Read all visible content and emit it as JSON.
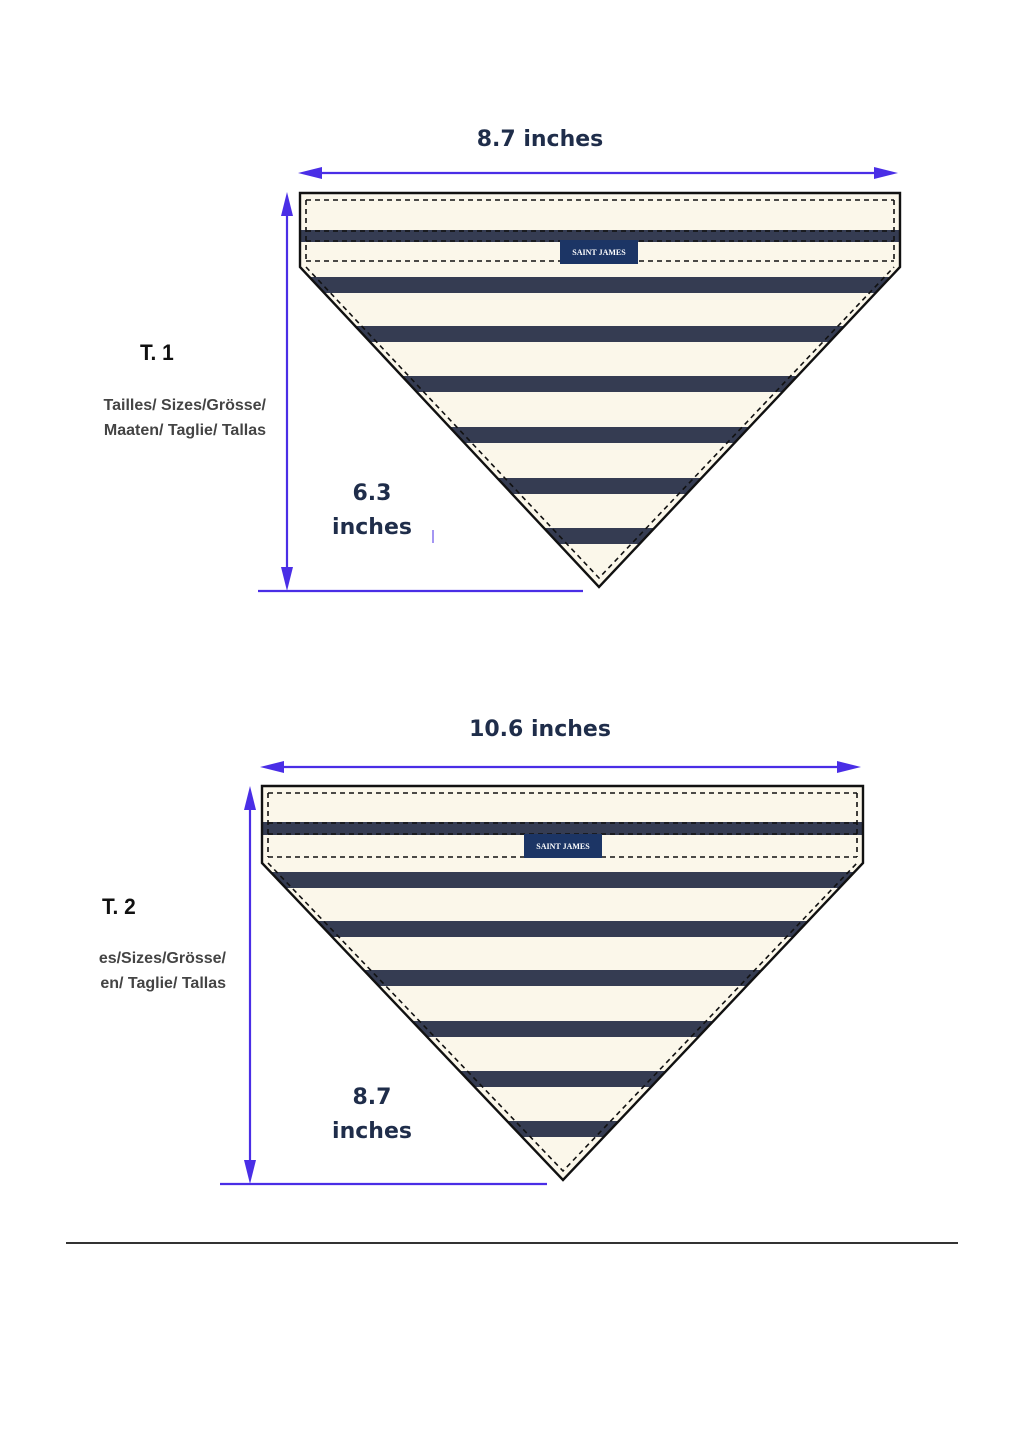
{
  "colors": {
    "arrow": "#4a2ee6",
    "fabric": "#fbf7ea",
    "stripe": "#353c52",
    "outline": "#111111",
    "label_text": "#1f2d4a",
    "brand_bg": "#1c3565"
  },
  "brand": "SAINT JAMES",
  "sizes": [
    {
      "code": "T. 1",
      "size_words": [
        "Tailles/ Sizes/Grösse/",
        "Maaten/ Taglie/ Tallas"
      ],
      "width_label": "8.7 inches",
      "height_label": [
        "6.3",
        "inches"
      ]
    },
    {
      "code": "T. 2",
      "size_words": [
        "es/Sizes/Grösse/",
        "en/ Taglie/ Tallas"
      ],
      "width_label": "10.6 inches",
      "height_label": [
        "8.7",
        "inches"
      ]
    }
  ]
}
